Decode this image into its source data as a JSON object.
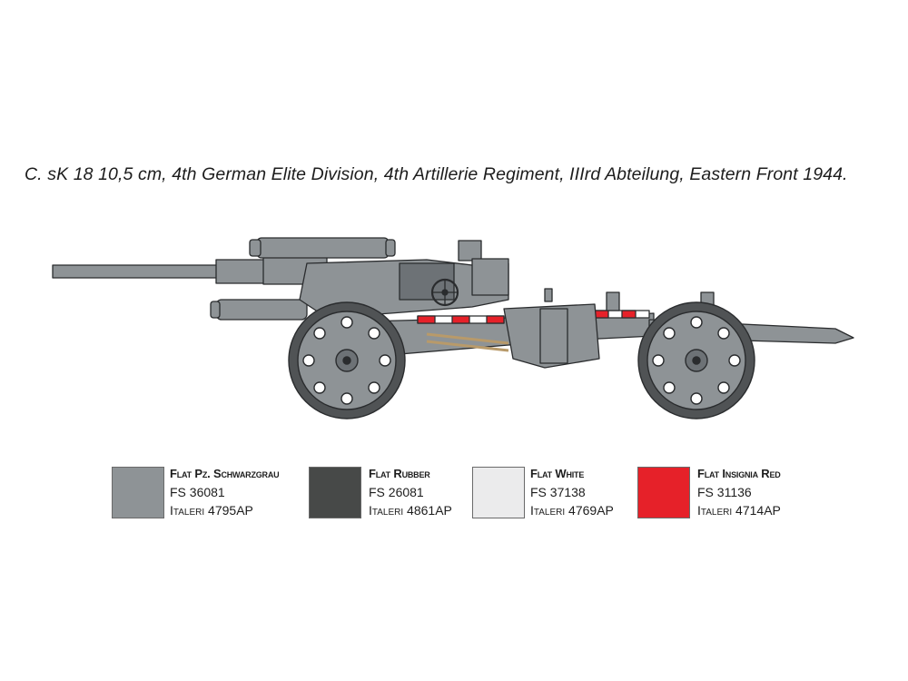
{
  "caption": "C. sK 18 10,5 cm, 4th German Elite Division, 4th Artillerie Regiment, IIIrd Abteilung, Eastern Front 1944.",
  "swatches": [
    {
      "name": "Flat Pz. Schwarzgrau",
      "fs": "FS 36081",
      "italeri": "Italeri 4795AP",
      "color": "#8e9396"
    },
    {
      "name": "Flat Rubber",
      "fs": "FS 26081",
      "italeri": "Italeri 4861AP",
      "color": "#474948"
    },
    {
      "name": "Flat White",
      "fs": "FS 37138",
      "italeri": "Italeri 4769AP",
      "color": "#ebebec"
    },
    {
      "name": "Flat Insignia Red",
      "fs": "FS 31136",
      "italeri": "Italeri 4714AP",
      "color": "#e62129"
    }
  ],
  "colors": {
    "gun_grey": "#8e9396",
    "gun_dark": "#6d7276",
    "outline": "#2a2c2e",
    "tyre": "#505355",
    "axle_stripe_red": "#e62129",
    "axle_stripe_white": "#ffffff",
    "spring_tan": "#b89a6a"
  }
}
